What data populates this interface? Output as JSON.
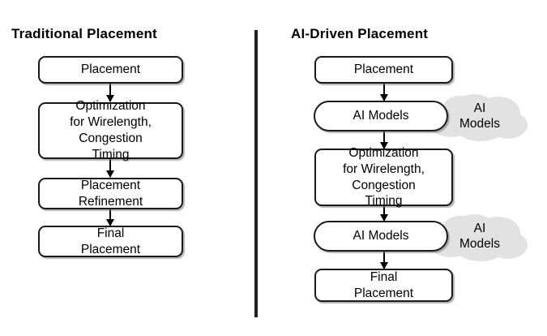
{
  "figure": {
    "type": "flowchart-comparison",
    "background_color": "#ffffff",
    "stroke_color": "#1a1a1a",
    "cloud_color": "#e2e2e2",
    "divider_color": "#231f20"
  },
  "columns": [
    {
      "id": "traditional",
      "title": "Traditional Placement",
      "nodes": [
        {
          "id": "trad-placement",
          "label": "Placement",
          "shape": "rounded-rect"
        },
        {
          "id": "trad-optimization",
          "label": "Optimization\nfor Wirelength,\nCongestion\nTiming",
          "shape": "rounded-rect"
        },
        {
          "id": "trad-refinement",
          "label": "Placement\nRefinement",
          "shape": "rounded-rect"
        },
        {
          "id": "trad-final",
          "label": "Final\nPlacement",
          "shape": "rounded-rect"
        }
      ]
    },
    {
      "id": "ai-driven",
      "title": "AI-Driven Placement",
      "nodes": [
        {
          "id": "ai-placement",
          "label": "Placement",
          "shape": "rounded-rect"
        },
        {
          "id": "ai-models-1",
          "label": "AI Models",
          "shape": "pill"
        },
        {
          "id": "ai-optimization",
          "label": "Optimization\nfor Wirelength,\nCongestion\nTiming",
          "shape": "rounded-rect"
        },
        {
          "id": "ai-models-2",
          "label": "AI Models",
          "shape": "pill"
        },
        {
          "id": "ai-final",
          "label": "Final\nPlacement",
          "shape": "rounded-rect"
        }
      ],
      "clouds": [
        {
          "id": "cloud-1",
          "label": "AI\nModels"
        },
        {
          "id": "cloud-2",
          "label": "AI\nModels"
        }
      ]
    }
  ]
}
